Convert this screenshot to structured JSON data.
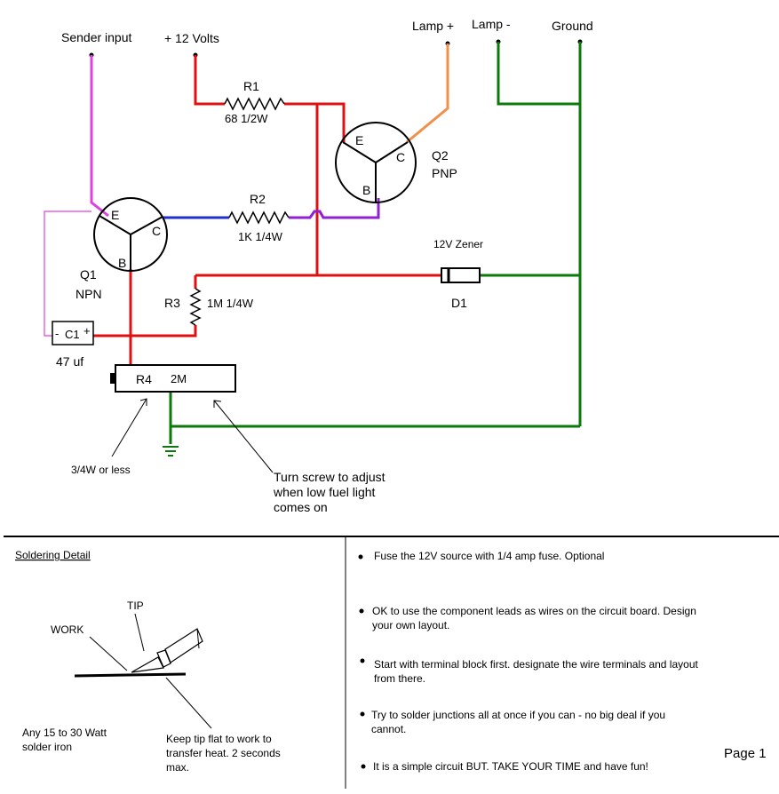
{
  "circuit": {
    "terminals": {
      "sender_input": "Sender input",
      "plus_12v": "+ 12 Volts",
      "lamp_plus": "Lamp +",
      "lamp_minus": "Lamp -",
      "ground": "Ground"
    },
    "r1": {
      "name": "R1",
      "value": "68  1/2W"
    },
    "r2": {
      "name": "R2",
      "value": "1K 1/4W"
    },
    "r3": {
      "name": "R3",
      "value": "1M  1/4W"
    },
    "r4": {
      "name": "R4",
      "value": "2M"
    },
    "q1": {
      "pins": [
        "E",
        "C",
        "B"
      ],
      "name": "Q1",
      "type": "NPN"
    },
    "q2": {
      "pins": [
        "E",
        "C",
        "B"
      ],
      "name": "Q2",
      "type": "PNP"
    },
    "d1": {
      "name": "D1",
      "type": "12V Zener"
    },
    "c1": {
      "name": "C1",
      "minus": "-",
      "plus": "+",
      "value": "47 uf"
    },
    "annotations": {
      "wattage": "3/4W or less",
      "screw": [
        "Turn screw to adjust",
        "when low fuel light",
        "comes on"
      ]
    },
    "colors": {
      "red": "#e01010",
      "green": "#0a7a0a",
      "magenta": "#e040e0",
      "blue": "#1f2fd0",
      "purple": "#9020d0",
      "orange": "#f0904a"
    }
  },
  "soldering": {
    "title": "Soldering Detail",
    "tip": "TIP",
    "work": "WORK",
    "iron": [
      "Any 15 to 30 Watt",
      "solder iron"
    ],
    "keep": [
      "Keep tip flat to work to",
      "transfer heat. 2 seconds",
      "max."
    ]
  },
  "notes": [
    [
      "Fuse the 12V source with 1/4 amp fuse. Optional"
    ],
    [
      "OK to use the component leads as wires on the circuit board.  Design",
      "your own layout."
    ],
    [
      "Start with terminal block first. designate the wire terminals and layout",
      "from there."
    ],
    [
      "Try to solder junctions all at once if you can - no big deal if you",
      "cannot."
    ],
    [
      "It is a simple circuit BUT. TAKE YOUR TIME and have fun!"
    ]
  ],
  "page_label": "Page 1"
}
